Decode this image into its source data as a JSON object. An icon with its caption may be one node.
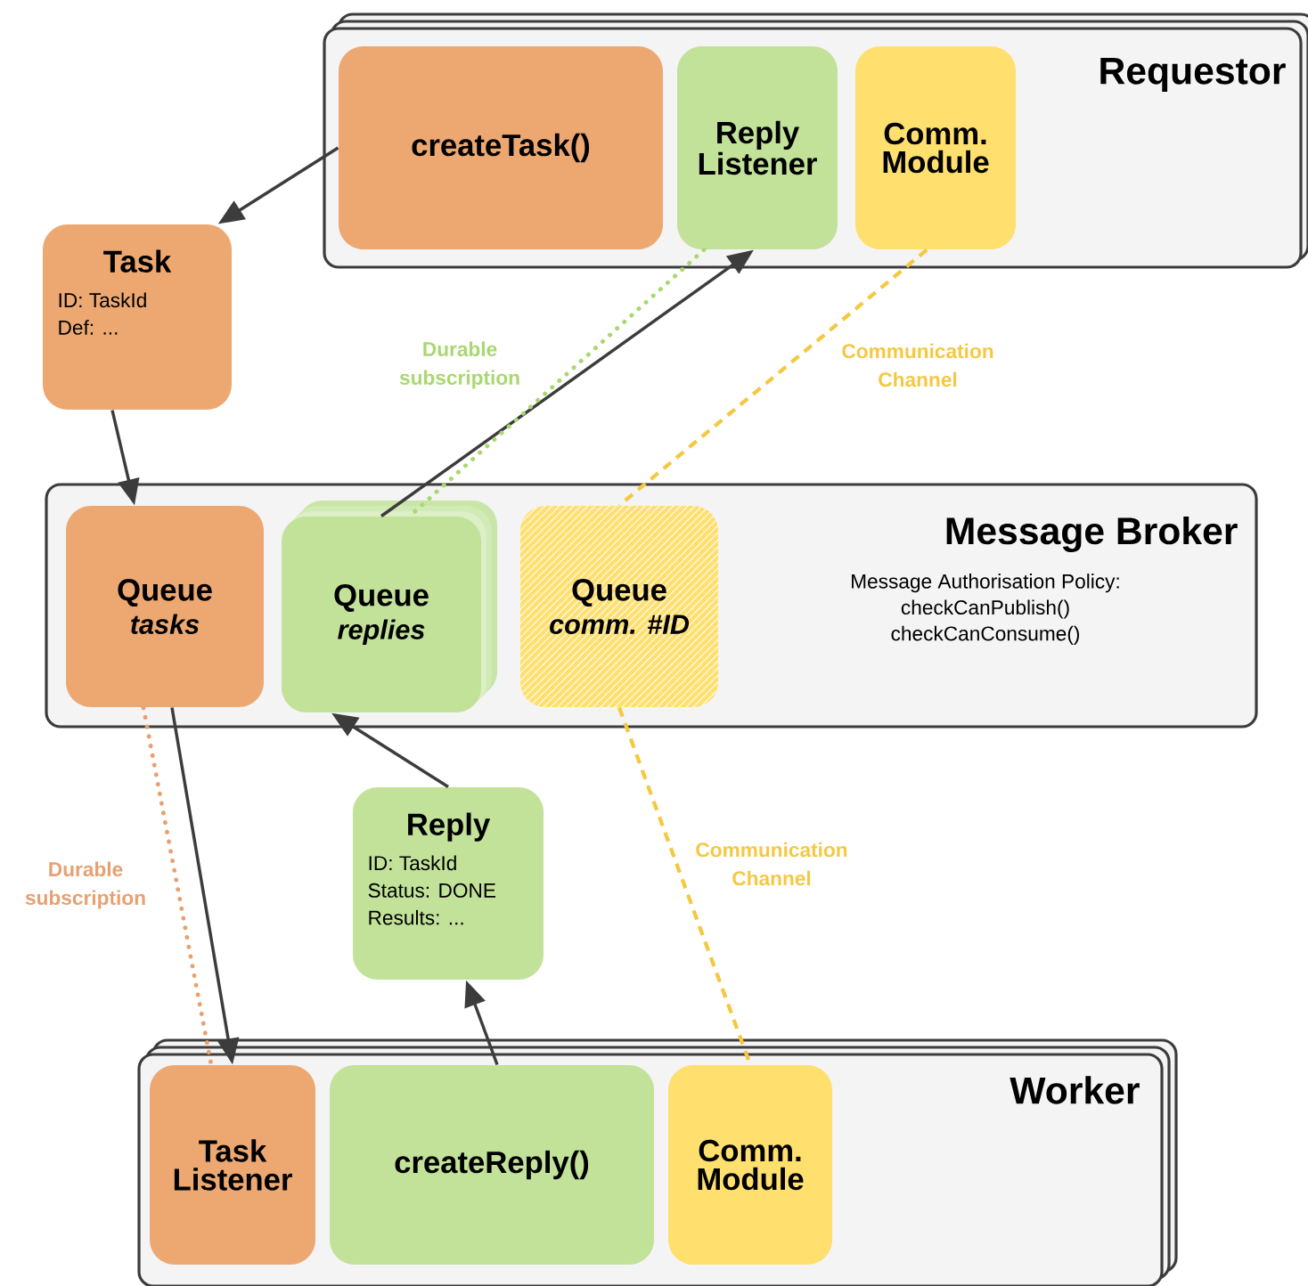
{
  "diagram": {
    "nodes": [
      {
        "text": [
          "Requestor"
        ]
      },
      {
        "text": [
          "createTask()"
        ],
        "in": 0
      },
      {
        "text": [
          "Reply Listener"
        ],
        "in": 0
      },
      {
        "text": [
          "Comm. Module"
        ],
        "in": 0
      },
      {
        "text": [
          "Task",
          "ID: TaskId",
          "Def: ..."
        ]
      },
      {
        "text": [
          "Message Broker",
          "Message Authorisation Policy:",
          "checkCanPublish()",
          "checkCanConsume()"
        ]
      },
      {
        "text": [
          "Queue",
          "tasks"
        ],
        "in": 5
      },
      {
        "text": [
          "Queue",
          "replies"
        ],
        "in": 5
      },
      {
        "text": [
          "Queue",
          "comm. #ID"
        ],
        "in": 5
      },
      {
        "text": [
          "Reply",
          "ID: TaskId",
          "Status: DONE",
          "Results: ..."
        ]
      },
      {
        "text": [
          "Worker"
        ]
      },
      {
        "text": [
          "Task Listener"
        ],
        "in": 10
      },
      {
        "text": [
          "createReply()"
        ],
        "in": 10
      },
      {
        "text": [
          "Comm. Module"
        ],
        "in": 10
      }
    ],
    "edges": [
      {
        "from": 1,
        "to": 4,
        "arrow": "to"
      },
      {
        "from": 4,
        "to": 6,
        "arrow": "to"
      },
      {
        "from": 7,
        "to": 2,
        "arrow": "to"
      },
      {
        "from": 2,
        "to": 7,
        "arrow": "none",
        "style": "dashed",
        "color": "#a8d86e",
        "label": "Durable subscription"
      },
      {
        "from": 3,
        "to": 8,
        "arrow": "none",
        "style": "dashed",
        "color": "#f5c842",
        "label": "Communication Channel"
      },
      {
        "from": 6,
        "to": 11,
        "arrow": "to"
      },
      {
        "from": 6,
        "to": 11,
        "arrow": "none",
        "style": "dashed",
        "color": "#e8a070",
        "label": "Durable subscription"
      },
      {
        "from": 12,
        "to": 9,
        "arrow": "to"
      },
      {
        "from": 9,
        "to": 7,
        "arrow": "to"
      },
      {
        "from": 8,
        "to": 13,
        "arrow": "none",
        "style": "dashed",
        "color": "#f5c842",
        "label": "Communication Channel"
      }
    ]
  }
}
